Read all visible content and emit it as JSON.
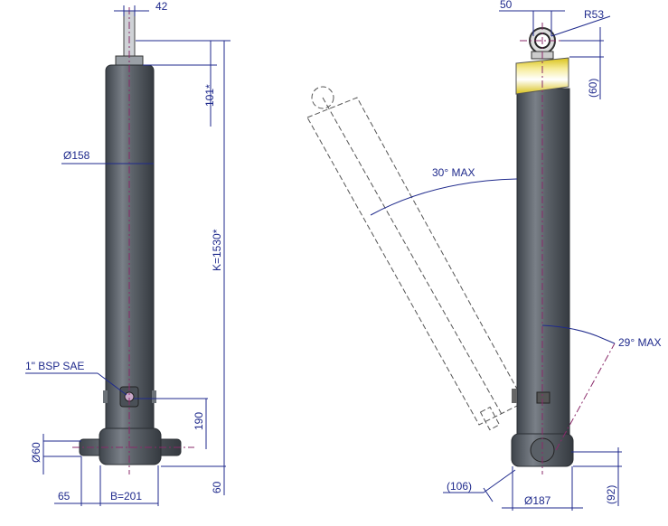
{
  "left_view": {
    "rod_eye_width": "42",
    "upper_length": "101*",
    "body_diameter": "Ø158",
    "closed_length": "K=1530*",
    "port": "1\" BSP SAE",
    "port_height": "190",
    "pin_diameter": "Ø60",
    "pin_length": "65",
    "base_width": "B=201",
    "base_height": "60"
  },
  "right_view": {
    "eye_width": "50",
    "eye_radius": "R53",
    "top_offset": "(60)",
    "tilt_forward": "30° MAX",
    "tilt_side": "29° MAX",
    "base_offset": "(106)",
    "base_diameter": "Ø187",
    "base_height": "(92)"
  },
  "colors": {
    "dimension": "#1f2a8c",
    "body": "#5b6168",
    "band": "#e8d21a"
  }
}
